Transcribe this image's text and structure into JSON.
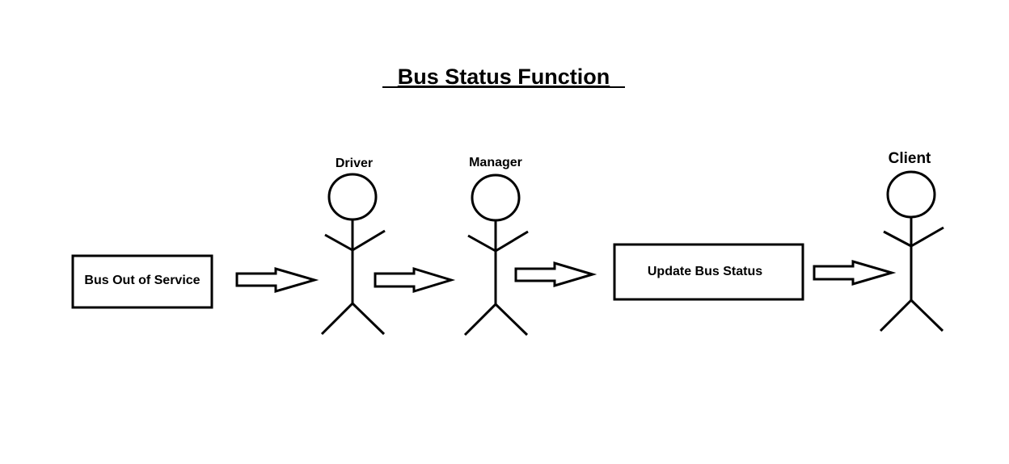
{
  "diagram": {
    "title": "Bus Status Function",
    "boxes": {
      "out_of_service": "Bus Out of Service",
      "update_status": "Update Bus Status"
    },
    "actors": {
      "driver": "Driver",
      "manager": "Manager",
      "client": "Client"
    },
    "colors": {
      "ink": "#000000",
      "background": "#ffffff"
    }
  }
}
